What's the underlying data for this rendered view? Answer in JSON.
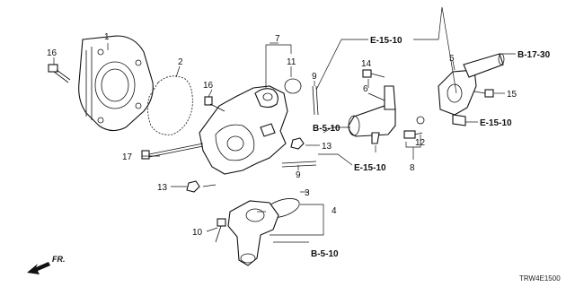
{
  "callouts": {
    "c1": "1",
    "c2": "2",
    "c3": "3",
    "c4": "4",
    "c5": "5",
    "c6": "6",
    "c7": "7",
    "c8": "8",
    "c9a": "9",
    "c9b": "9",
    "c10": "10",
    "c11": "11",
    "c12": "12",
    "c13a": "13",
    "c13b": "13",
    "c14": "14",
    "c15": "15",
    "c16a": "16",
    "c16b": "16",
    "c17": "17"
  },
  "references": {
    "e1510_top": "E-15-10",
    "b1730": "B-17-30",
    "e1510_right": "E-15-10",
    "b510_mid": "B-5-10",
    "e1510_mid": "E-15-10",
    "b510_bottom": "B-5-10"
  },
  "direction": {
    "label": "FR."
  },
  "diagram_code": "TRW4E1500"
}
